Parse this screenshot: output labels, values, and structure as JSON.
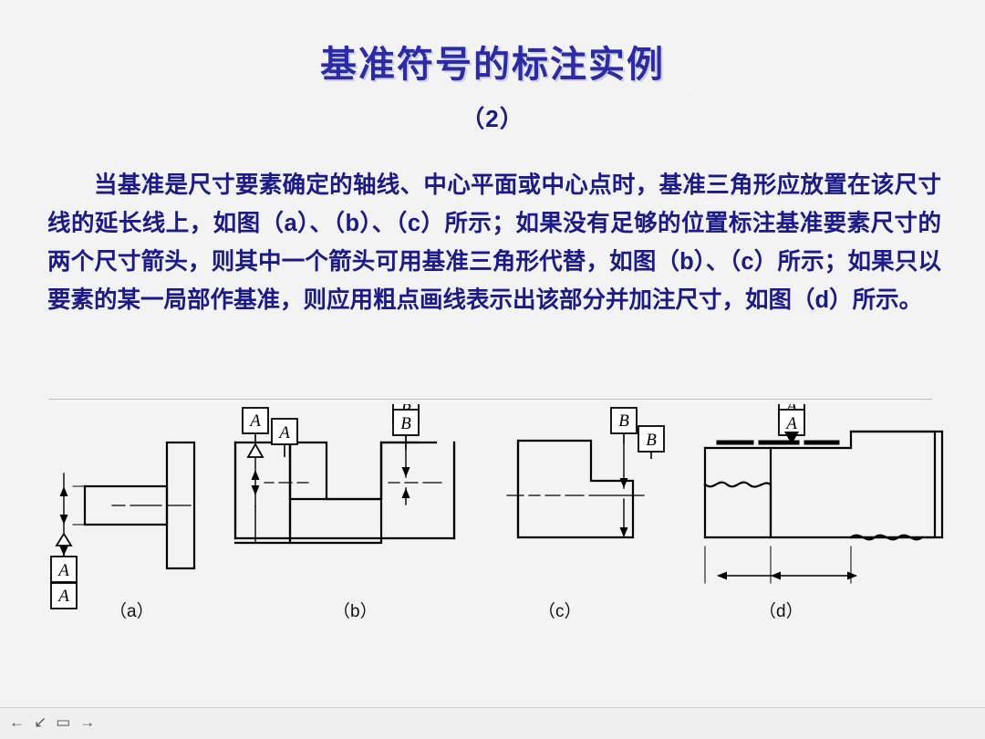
{
  "slide": {
    "title": "基准符号的标注实例",
    "subtitle": "（2）",
    "body": "当基准是尺寸要素确定的轴线、中心平面或中心点时，基准三角形应放置在该尺寸线的延长线上，如图（a）、（b）、（c）所示；如果没有足够的位置标注基准要素尺寸的两个尺寸箭头，则其中一个箭头可用基准三角形代替，如图（b）、（c）所示；如果只以要素的某一局部作基准，则应用粗点画线表示出该部分并加注尺寸，如图（d）所示。",
    "colors": {
      "title": "#2b2ba8",
      "text": "#1a1a8c",
      "background": "#f3f3f3",
      "line": "#000000"
    }
  },
  "figures": [
    {
      "caption": "（a）",
      "datum_labels": [
        "A"
      ]
    },
    {
      "caption": "（b）",
      "datum_labels": [
        "A",
        "B"
      ]
    },
    {
      "caption": "（c）",
      "datum_labels": [
        "B"
      ]
    },
    {
      "caption": "（d）",
      "datum_labels": [
        "A"
      ]
    }
  ],
  "footer": {
    "icons": "←↙▭→"
  }
}
